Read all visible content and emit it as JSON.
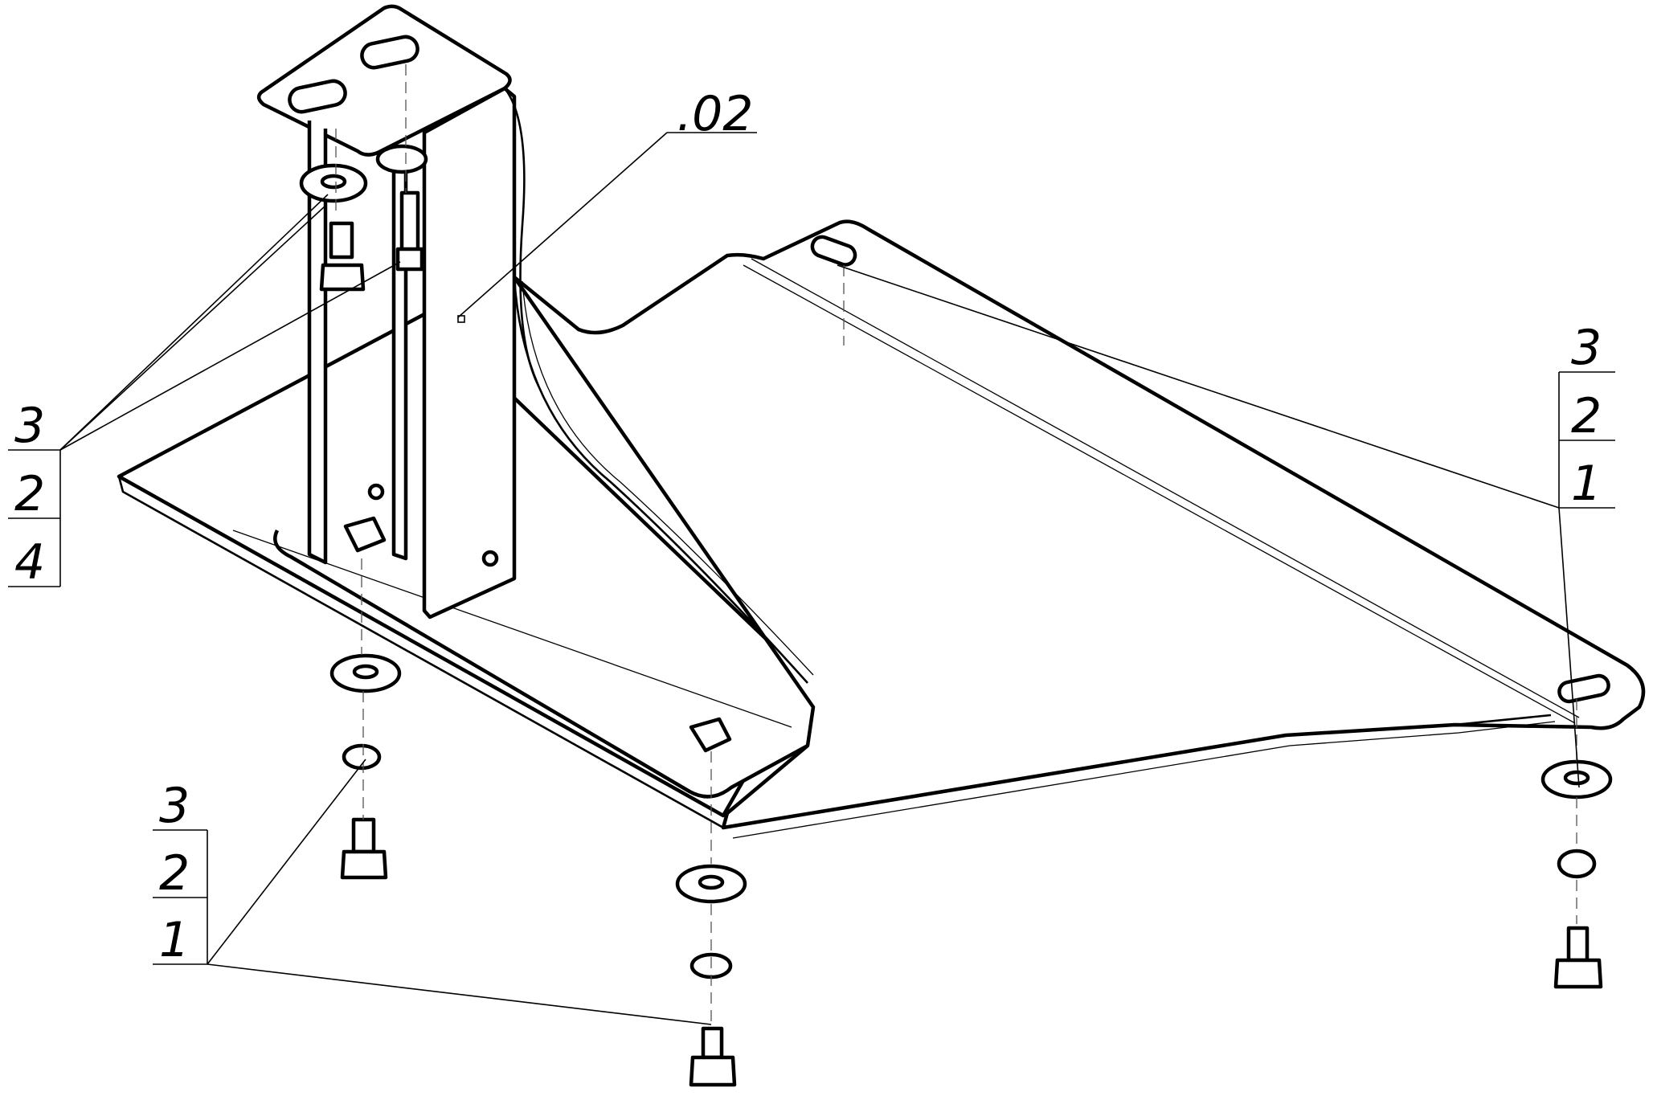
{
  "labels": {
    "part_ref": ".02",
    "callout_upper_left": {
      "row1": "3",
      "row2": "2",
      "row3": "4"
    },
    "callout_right": {
      "row1": "3",
      "row2": "2",
      "row3": "1"
    },
    "callout_lower_left": {
      "row1": "3",
      "row2": "2",
      "row3": "1"
    }
  }
}
